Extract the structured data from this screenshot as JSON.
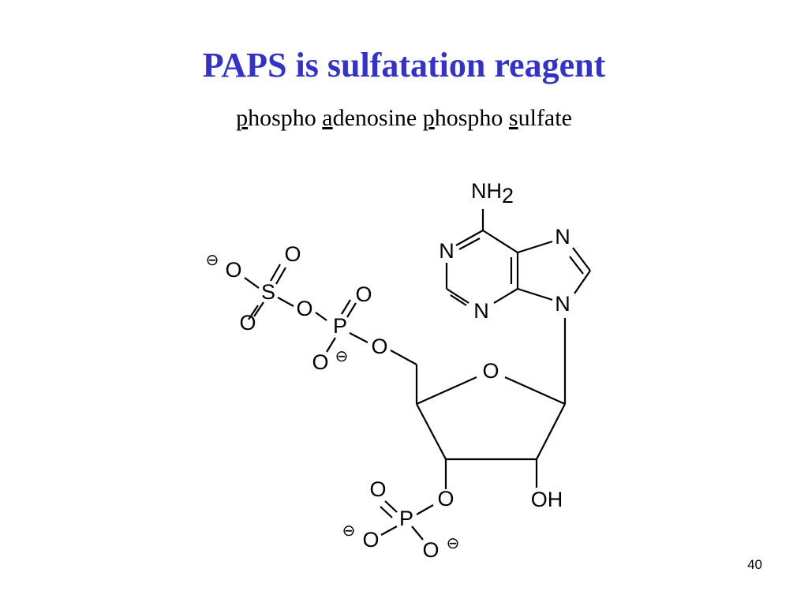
{
  "slide": {
    "title": "PAPS is sulfatation reagent",
    "subtitle": [
      {
        "initial": "p",
        "rest": "hospho"
      },
      {
        "initial": "a",
        "rest": "denosine"
      },
      {
        "initial": "p",
        "rest": "hospho"
      },
      {
        "initial": "s",
        "rest": "ulfate"
      }
    ],
    "title_color": "#3333cc",
    "number": "40"
  },
  "molecule": {
    "atoms": {
      "nh2": "NH",
      "nh2_sub": "2",
      "n1": "N",
      "n3": "N",
      "n7": "N",
      "n9": "N",
      "ring_o": "O",
      "oh": "OH",
      "s": "S",
      "s_o_top": "O",
      "s_o_left": "O",
      "s_o_bottom": "O",
      "bridge_o": "O",
      "p1": "P",
      "p1_o_top": "O",
      "p1_o_bottom": "O",
      "p1_o_right": "O",
      "p2": "P",
      "p2_o_right": "O",
      "p2_o_top": "O",
      "p2_o_left": "O",
      "p2_o_bottom": "O"
    },
    "charge_symbol": "⊖"
  }
}
